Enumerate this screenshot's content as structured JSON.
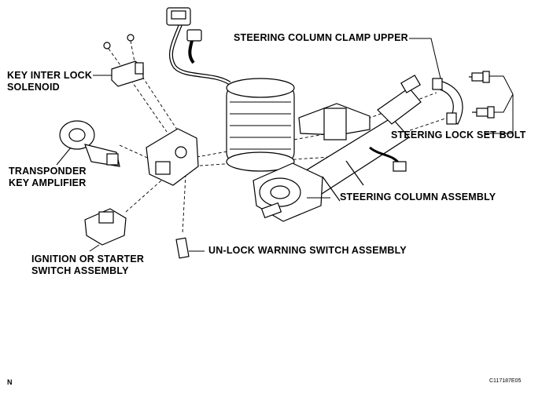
{
  "labels": {
    "clamp_upper": "STEERING COLUMN CLAMP UPPER",
    "key_interlock_line1": "KEY INTER LOCK",
    "key_interlock_line2": "SOLENOID",
    "transponder_line1": "TRANSPONDER",
    "transponder_line2": "KEY AMPLIFIER",
    "lock_set_bolt": "STEERING LOCK SET BOLT",
    "column_assembly": "STEERING COLUMN ASSEMBLY",
    "unlock_switch": "UN-LOCK WARNING SWITCH ASSEMBLY",
    "ignition_line1": "IGNITION OR STARTER",
    "ignition_line2": "SWITCH ASSEMBLY"
  },
  "footer": {
    "corner_letter": "N",
    "figure_code": "C117187E05"
  }
}
